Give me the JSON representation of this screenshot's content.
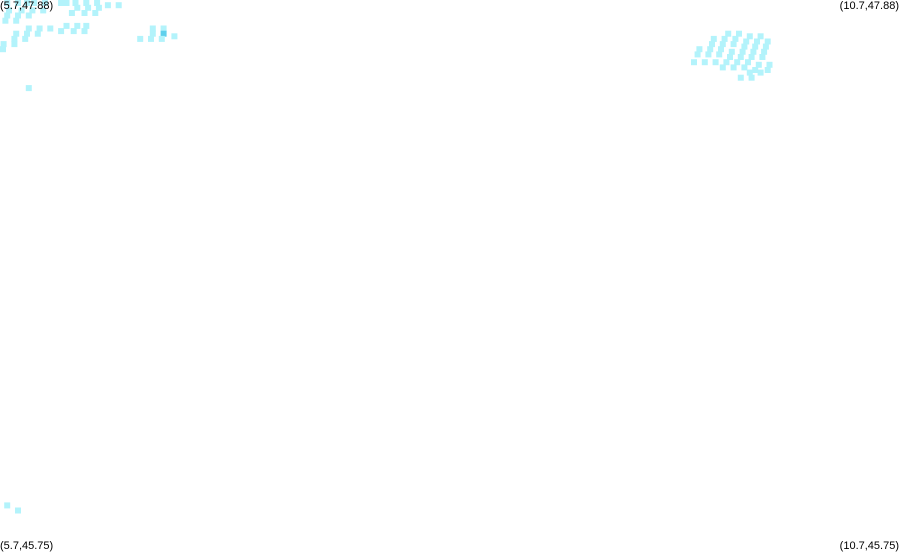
{
  "map": {
    "corners": {
      "top_left": "(5.7,47.88)",
      "top_right": "(10.7,47.88)",
      "bottom_left": "(5.7,45.75)",
      "bottom_right": "(10.7,45.75)"
    },
    "bounds": {
      "lon_min": 5.7,
      "lon_max": 10.7,
      "lat_min": 45.75,
      "lat_max": 47.88
    },
    "colors": {
      "cell": "#b3f3fb",
      "cell_highlight": "#5fd0ec",
      "background": "#ffffff"
    },
    "cells": [
      {
        "lon": 5.74,
        "lat": 47.88
      },
      {
        "lon": 5.8,
        "lat": 47.87
      },
      {
        "lon": 5.85,
        "lat": 47.87
      },
      {
        "lon": 5.89,
        "lat": 47.87
      },
      {
        "lon": 5.95,
        "lat": 47.87
      },
      {
        "lon": 6.04,
        "lat": 47.87
      },
      {
        "lon": 6.07,
        "lat": 47.88
      },
      {
        "lon": 6.12,
        "lat": 47.88
      },
      {
        "lon": 6.18,
        "lat": 47.87
      },
      {
        "lon": 6.24,
        "lat": 47.87
      },
      {
        "lon": 6.3,
        "lat": 47.86
      },
      {
        "lon": 6.36,
        "lat": 47.86
      },
      {
        "lon": 6.13,
        "lat": 47.85
      },
      {
        "lon": 6.19,
        "lat": 47.85
      },
      {
        "lon": 6.25,
        "lat": 47.85
      },
      {
        "lon": 5.75,
        "lat": 47.84
      },
      {
        "lon": 5.82,
        "lat": 47.84
      },
      {
        "lon": 5.88,
        "lat": 47.84
      },
      {
        "lon": 5.94,
        "lat": 47.84
      },
      {
        "lon": 6.1,
        "lat": 47.83
      },
      {
        "lon": 6.17,
        "lat": 47.83
      },
      {
        "lon": 6.23,
        "lat": 47.83
      },
      {
        "lon": 5.74,
        "lat": 47.82
      },
      {
        "lon": 5.8,
        "lat": 47.82
      },
      {
        "lon": 5.86,
        "lat": 47.82
      },
      {
        "lon": 5.73,
        "lat": 47.8
      },
      {
        "lon": 5.79,
        "lat": 47.8
      },
      {
        "lon": 6.07,
        "lat": 47.78
      },
      {
        "lon": 6.13,
        "lat": 47.78
      },
      {
        "lon": 6.18,
        "lat": 47.78
      },
      {
        "lon": 5.86,
        "lat": 47.77
      },
      {
        "lon": 5.92,
        "lat": 47.77
      },
      {
        "lon": 5.98,
        "lat": 47.77
      },
      {
        "lon": 6.04,
        "lat": 47.76
      },
      {
        "lon": 6.11,
        "lat": 47.76
      },
      {
        "lon": 6.17,
        "lat": 47.76
      },
      {
        "lon": 6.55,
        "lat": 47.77
      },
      {
        "lon": 6.61,
        "lat": 47.77
      },
      {
        "lon": 5.79,
        "lat": 47.75
      },
      {
        "lon": 5.85,
        "lat": 47.75
      },
      {
        "lon": 5.91,
        "lat": 47.75
      },
      {
        "lon": 6.55,
        "lat": 47.75
      },
      {
        "lon": 6.67,
        "lat": 47.74
      },
      {
        "lon": 6.61,
        "lat": 47.75,
        "highlight": true
      },
      {
        "lon": 5.78,
        "lat": 47.73
      },
      {
        "lon": 5.84,
        "lat": 47.73
      },
      {
        "lon": 6.48,
        "lat": 47.73
      },
      {
        "lon": 6.54,
        "lat": 47.73
      },
      {
        "lon": 6.6,
        "lat": 47.73
      },
      {
        "lon": 5.72,
        "lat": 47.71
      },
      {
        "lon": 5.78,
        "lat": 47.71
      },
      {
        "lon": 5.71,
        "lat": 47.69
      },
      {
        "lon": 5.86,
        "lat": 47.54
      },
      {
        "lon": 5.74,
        "lat": 45.93
      },
      {
        "lon": 5.8,
        "lat": 45.91
      },
      {
        "lon": 9.75,
        "lat": 47.75
      },
      {
        "lon": 9.81,
        "lat": 47.75
      },
      {
        "lon": 9.87,
        "lat": 47.74
      },
      {
        "lon": 9.93,
        "lat": 47.74
      },
      {
        "lon": 9.67,
        "lat": 47.73
      },
      {
        "lon": 9.73,
        "lat": 47.73
      },
      {
        "lon": 9.79,
        "lat": 47.73
      },
      {
        "lon": 9.85,
        "lat": 47.72
      },
      {
        "lon": 9.91,
        "lat": 47.72
      },
      {
        "lon": 9.97,
        "lat": 47.72
      },
      {
        "lon": 9.66,
        "lat": 47.71
      },
      {
        "lon": 9.72,
        "lat": 47.71
      },
      {
        "lon": 9.78,
        "lat": 47.71
      },
      {
        "lon": 9.84,
        "lat": 47.7
      },
      {
        "lon": 9.9,
        "lat": 47.7
      },
      {
        "lon": 9.96,
        "lat": 47.7
      },
      {
        "lon": 9.59,
        "lat": 47.69
      },
      {
        "lon": 9.65,
        "lat": 47.69
      },
      {
        "lon": 9.71,
        "lat": 47.69
      },
      {
        "lon": 9.77,
        "lat": 47.68
      },
      {
        "lon": 9.83,
        "lat": 47.68
      },
      {
        "lon": 9.89,
        "lat": 47.68
      },
      {
        "lon": 9.95,
        "lat": 47.68
      },
      {
        "lon": 9.58,
        "lat": 47.67
      },
      {
        "lon": 9.64,
        "lat": 47.67
      },
      {
        "lon": 9.7,
        "lat": 47.67
      },
      {
        "lon": 9.76,
        "lat": 47.66
      },
      {
        "lon": 9.82,
        "lat": 47.66
      },
      {
        "lon": 9.88,
        "lat": 47.66
      },
      {
        "lon": 9.94,
        "lat": 47.66
      },
      {
        "lon": 9.56,
        "lat": 47.64
      },
      {
        "lon": 9.62,
        "lat": 47.64
      },
      {
        "lon": 9.68,
        "lat": 47.64
      },
      {
        "lon": 9.74,
        "lat": 47.64
      },
      {
        "lon": 9.8,
        "lat": 47.64
      },
      {
        "lon": 9.86,
        "lat": 47.64
      },
      {
        "lon": 9.92,
        "lat": 47.63
      },
      {
        "lon": 9.98,
        "lat": 47.63
      },
      {
        "lon": 9.72,
        "lat": 47.62
      },
      {
        "lon": 9.78,
        "lat": 47.62
      },
      {
        "lon": 9.84,
        "lat": 47.62
      },
      {
        "lon": 9.9,
        "lat": 47.61
      },
      {
        "lon": 9.97,
        "lat": 47.61
      },
      {
        "lon": 9.87,
        "lat": 47.6
      },
      {
        "lon": 9.93,
        "lat": 47.6
      },
      {
        "lon": 9.82,
        "lat": 47.58
      },
      {
        "lon": 9.88,
        "lat": 47.58
      }
    ]
  }
}
